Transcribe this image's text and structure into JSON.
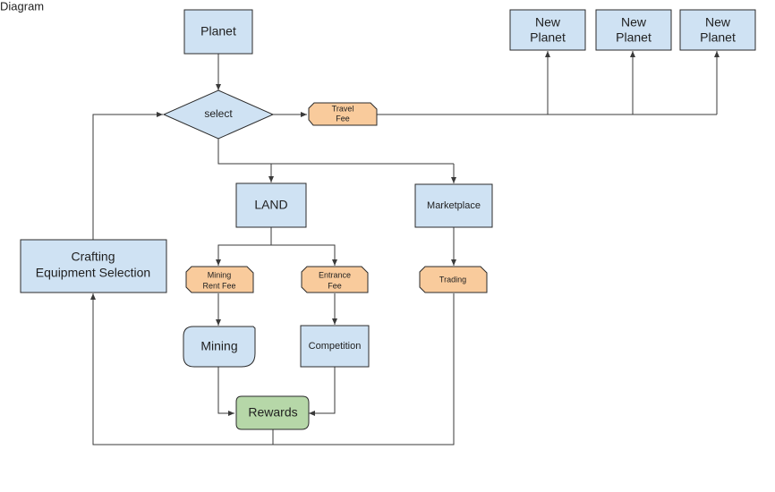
{
  "header": {
    "title": "Diagram"
  },
  "nodes": {
    "planet": "Planet",
    "new_planet_1": [
      "New",
      "Planet"
    ],
    "new_planet_2": [
      "New",
      "Planet"
    ],
    "new_planet_3": [
      "New",
      "Planet"
    ],
    "select": "select",
    "travel_fee": [
      "Travel",
      "Fee"
    ],
    "land": "LAND",
    "marketplace": "Marketplace",
    "crafting": [
      "Crafting",
      "Equipment Selection"
    ],
    "mining_rent_fee": [
      "Mining",
      "Rent Fee"
    ],
    "entrance_fee": [
      "Entrance",
      "Fee"
    ],
    "trading": "Trading",
    "mining": "Mining",
    "competition": "Competition",
    "rewards": "Rewards"
  },
  "colors": {
    "process": "#cfe2f3",
    "fee": "#f9cb9c",
    "reward": "#b6d7a8",
    "line": "#3a3a3a"
  }
}
